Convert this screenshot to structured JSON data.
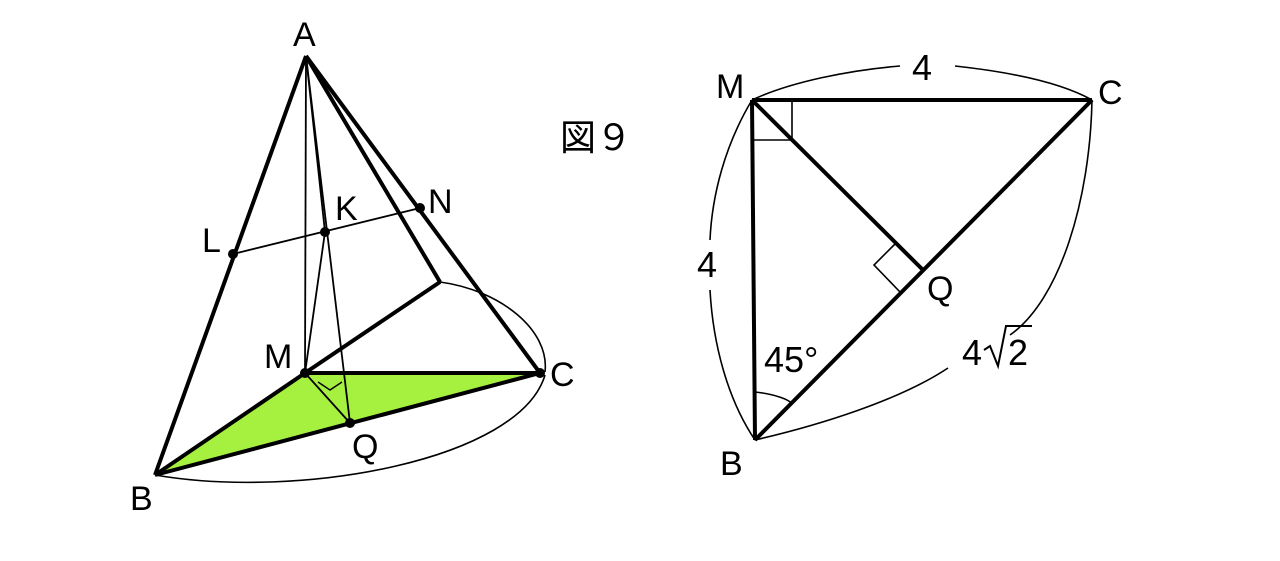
{
  "figure_label": "図９",
  "colors": {
    "shaded_face": "#a6f040",
    "ink": "#000000"
  },
  "left_figure": {
    "point_labels": {
      "A": "A",
      "B": "B",
      "C": "C",
      "M": "M",
      "K": "K",
      "N": "N",
      "L": "L",
      "Q": "Q"
    }
  },
  "right_figure": {
    "point_labels": {
      "M": "M",
      "C": "C",
      "B": "B",
      "Q": "Q"
    },
    "length_mc": "4",
    "length_mb": "4",
    "length_bc_coef": "4",
    "length_bc_rad": "2",
    "angle_b": "45°"
  }
}
